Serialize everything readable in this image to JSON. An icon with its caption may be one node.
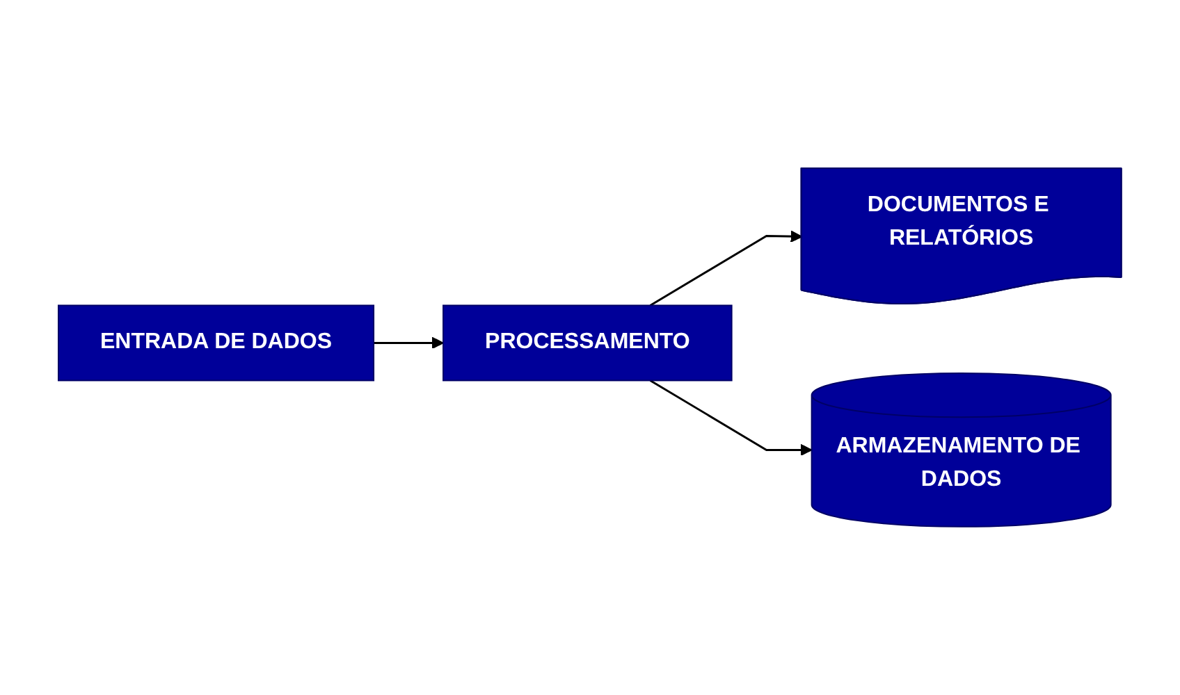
{
  "diagram": {
    "nodes": [
      {
        "text": [
          "ENTRADA DE DADOS"
        ]
      },
      {
        "text": [
          "PROCESSAMENTO"
        ]
      },
      {
        "text": [
          "DOCUMENTOS E RELATÓRIOS"
        ]
      },
      {
        "text": [
          "ARMAZENAMENTO DE DADOS"
        ]
      }
    ],
    "edges": [
      {
        "from": 0,
        "to": 1,
        "arrow": "to"
      },
      {
        "from": 1,
        "to": 2,
        "arrow": "to"
      },
      {
        "from": 1,
        "to": 3,
        "arrow": "to"
      }
    ]
  }
}
